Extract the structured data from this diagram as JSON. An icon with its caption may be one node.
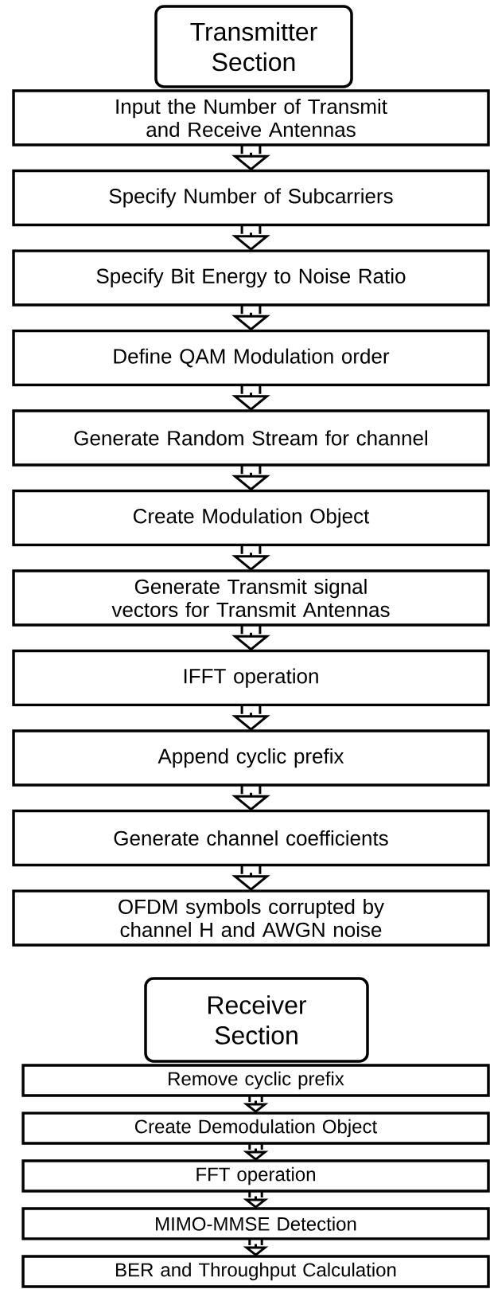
{
  "diagram": {
    "nodes": [
      {
        "text": [
          "Transmitter Section"
        ]
      },
      {
        "text": [
          "Input the Number of Transmit and Receive Antennas"
        ]
      },
      {
        "text": [
          "Specify Number of Subcarriers"
        ]
      },
      {
        "text": [
          "Specify Bit Energy to Noise Ratio"
        ]
      },
      {
        "text": [
          "Define QAM Modulation order"
        ]
      },
      {
        "text": [
          "Generate Random Stream for channel"
        ]
      },
      {
        "text": [
          "Create Modulation Object"
        ]
      },
      {
        "text": [
          "Generate  Transmit signal vectors for Transmit Antennas"
        ]
      },
      {
        "text": [
          "IFFT operation"
        ]
      },
      {
        "text": [
          "Append cyclic prefix"
        ]
      },
      {
        "text": [
          "Generate channel coefficients"
        ]
      },
      {
        "text": [
          "OFDM symbols corrupted by channel H and AWGN noise"
        ]
      },
      {
        "text": [
          "Receiver Section"
        ]
      },
      {
        "text": [
          "Remove cyclic prefix"
        ]
      },
      {
        "text": [
          "Create Demodulation Object"
        ]
      },
      {
        "text": [
          "FFT operation"
        ]
      },
      {
        "text": [
          "MIMO-MMSE Detection"
        ]
      },
      {
        "text": [
          "BER and Throughput Calculation"
        ]
      }
    ],
    "edges": [
      {
        "from": 1,
        "to": 2,
        "arrow": "to"
      },
      {
        "from": 2,
        "to": 3,
        "arrow": "to"
      },
      {
        "from": 3,
        "to": 4,
        "arrow": "to"
      },
      {
        "from": 4,
        "to": 5,
        "arrow": "to"
      },
      {
        "from": 5,
        "to": 6,
        "arrow": "to"
      },
      {
        "from": 6,
        "to": 7,
        "arrow": "to"
      },
      {
        "from": 7,
        "to": 8,
        "arrow": "to"
      },
      {
        "from": 8,
        "to": 9,
        "arrow": "to"
      },
      {
        "from": 9,
        "to": 10,
        "arrow": "to"
      },
      {
        "from": 10,
        "to": 11,
        "arrow": "to"
      },
      {
        "from": 13,
        "to": 14,
        "arrow": "to"
      },
      {
        "from": 14,
        "to": 15,
        "arrow": "to"
      },
      {
        "from": 15,
        "to": 16,
        "arrow": "to"
      },
      {
        "from": 16,
        "to": 17,
        "arrow": "to"
      }
    ]
  }
}
